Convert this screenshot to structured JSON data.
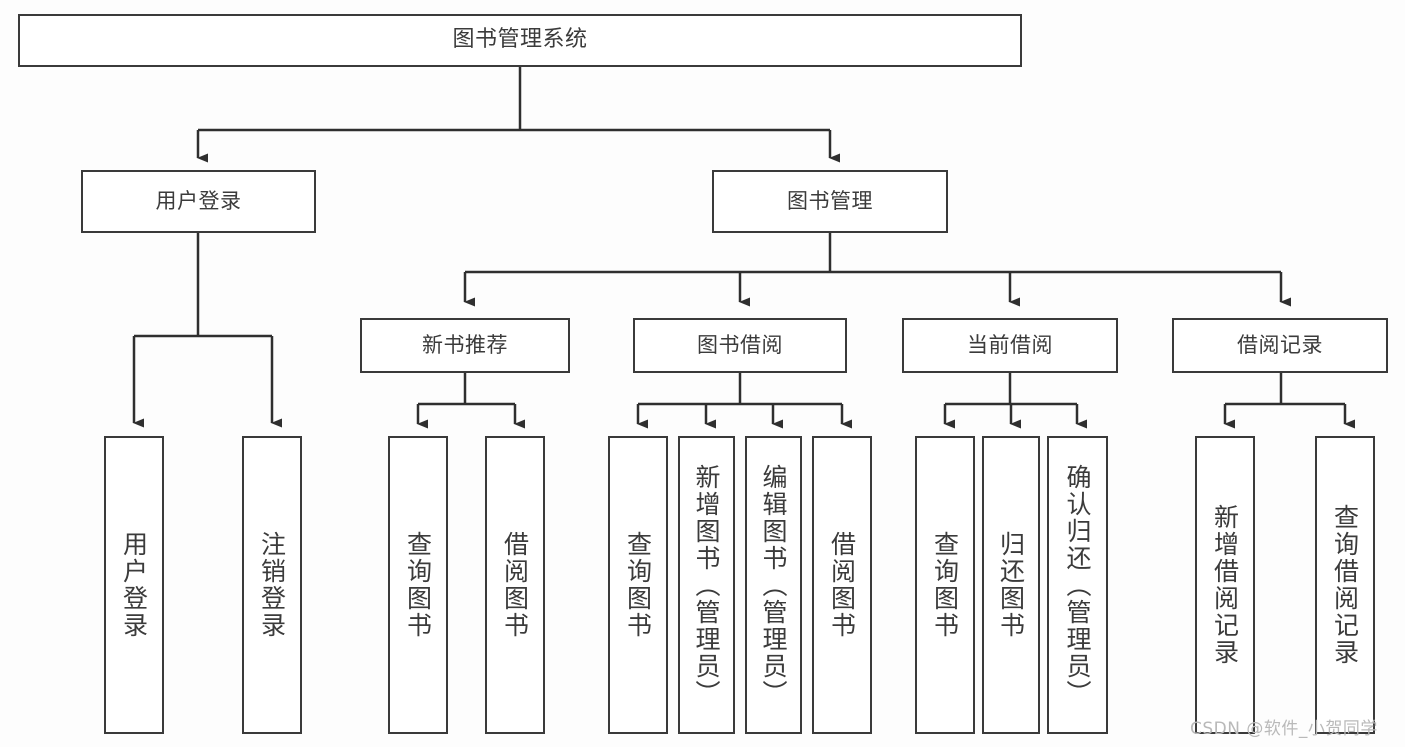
{
  "diagram": {
    "title": "图书管理系统",
    "type": "tree",
    "root": {
      "label": "图书管理系统"
    },
    "level2": [
      {
        "label": "用户登录"
      },
      {
        "label": "图书管理"
      }
    ],
    "level3": [
      {
        "label": "新书推荐"
      },
      {
        "label": "图书借阅"
      },
      {
        "label": "当前借阅"
      },
      {
        "label": "借阅记录"
      }
    ],
    "leaves": {
      "user_login": [
        {
          "label": "用户登录"
        },
        {
          "label": "注销登录"
        }
      ],
      "new_book_recommend": [
        {
          "label": "查询图书"
        },
        {
          "label": "借阅图书"
        }
      ],
      "book_borrow": [
        {
          "label": "查询图书"
        },
        {
          "label": "新增图书（管理员）"
        },
        {
          "label": "编辑图书（管理员）"
        },
        {
          "label": "借阅图书"
        }
      ],
      "current_borrow": [
        {
          "label": "查询图书"
        },
        {
          "label": "归还图书"
        },
        {
          "label": "确认归还（管理员）"
        }
      ],
      "borrow_record": [
        {
          "label": "新增借阅记录"
        },
        {
          "label": "查询借阅记录"
        }
      ]
    }
  },
  "watermark": {
    "text": "CSDN @软件_小贺同学"
  },
  "colors": {
    "border": "#3a3a3a",
    "text": "#3b3b3b",
    "background": "#fdfdfd",
    "watermark": "#b9b9b9"
  }
}
